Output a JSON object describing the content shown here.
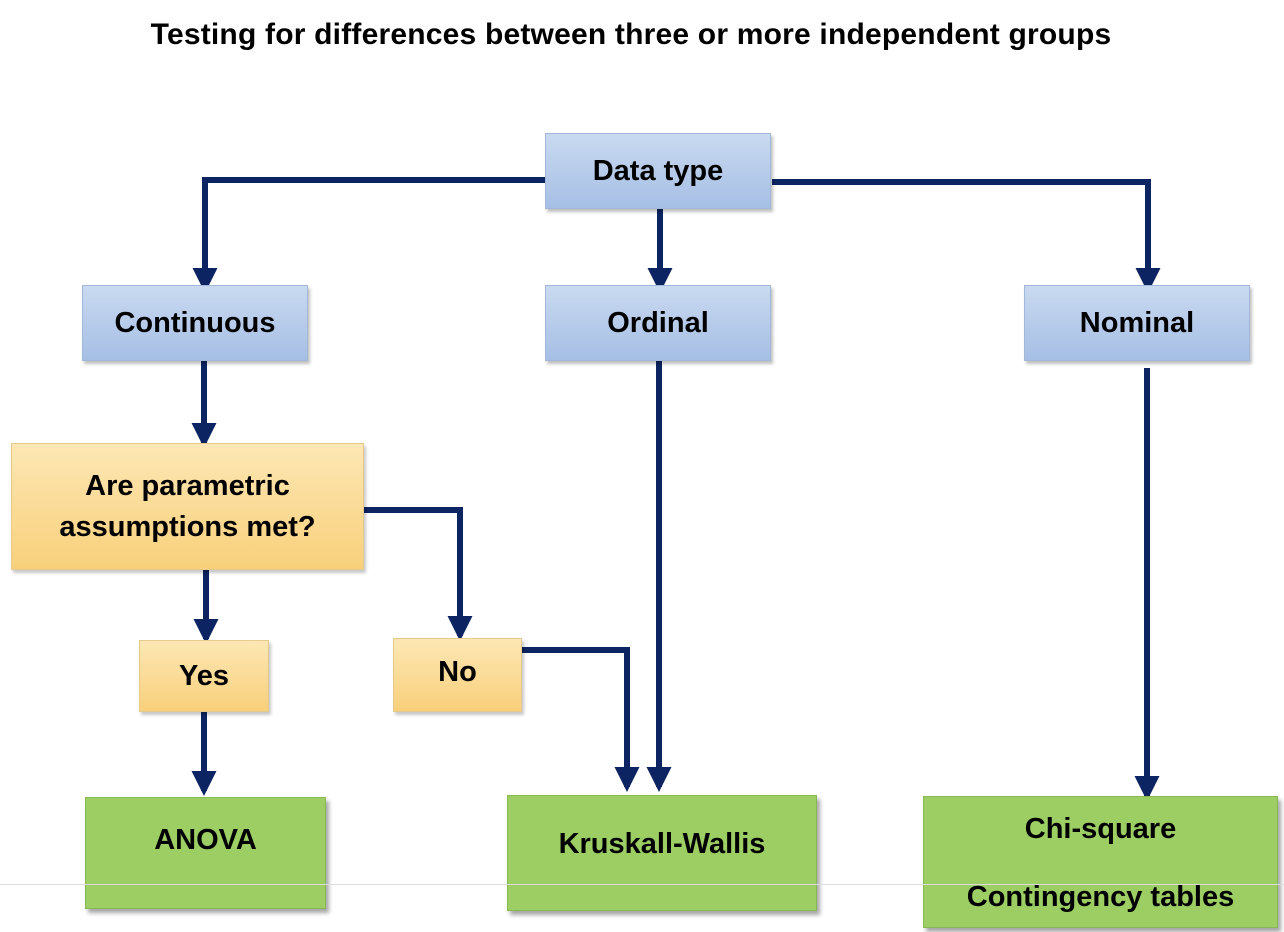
{
  "title": "Testing for differences between three or more independent groups",
  "nodes": {
    "data_type": "Data type",
    "continuous": "Continuous",
    "ordinal": "Ordinal",
    "nominal": "Nominal",
    "parametric_question": "Are parametric assumptions met?",
    "yes": "Yes",
    "no": "No",
    "anova": "ANOVA",
    "kruskall": "Kruskall-Wallis",
    "chi_square": "Chi-square",
    "contingency": "Contingency tables"
  },
  "colors": {
    "arrow": "#0c2461",
    "blue_box": "#b4c9ea",
    "orange_box": "#fbd98e",
    "green_box": "#9cce63"
  }
}
